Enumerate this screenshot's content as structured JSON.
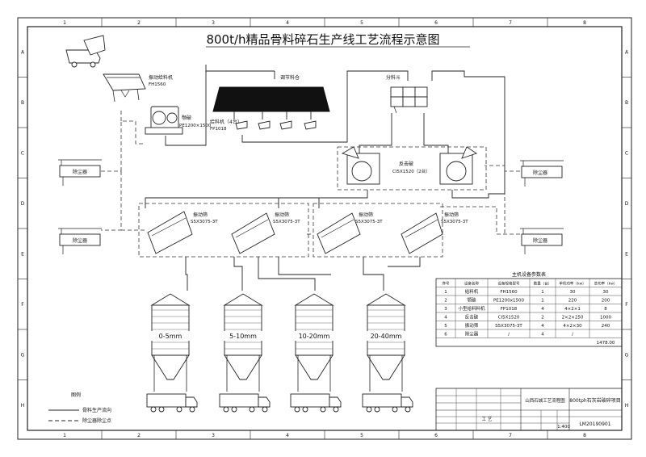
{
  "title": "800t/h精品骨料碎石生产线工艺流程示意图",
  "border": {
    "cols": [
      "1",
      "2",
      "3",
      "4",
      "5",
      "6",
      "7",
      "8"
    ],
    "rows": [
      "A",
      "B",
      "C",
      "D",
      "E",
      "F",
      "G",
      "H"
    ]
  },
  "labels": {
    "feeder": "振动给料机",
    "feeder_model": "FH1560",
    "jaw": "颚破",
    "jaw_model": "PE1200×1500",
    "bin": "调节料仓",
    "gfeeder": "给料机（4台）",
    "gfeeder_model": "FP1018",
    "splitter": "分料斗",
    "impact": "反击破",
    "impact_model": "CI5X1520（2台）",
    "screen": "振动筛",
    "screen_model": "S5X3075-3T",
    "dust": "除尘器"
  },
  "silos": [
    "0-5mm",
    "5-10mm",
    "10-20mm",
    "20-40mm"
  ],
  "legend": {
    "title": "图例",
    "flow": "骨料生产流向",
    "dust": "除尘器除尘点"
  },
  "table": {
    "title": "主机设备参数表",
    "headers": [
      "序号",
      "设备名称",
      "设备规格型号",
      "数量（台）",
      "单机功率（kw）",
      "总功率（kw）"
    ],
    "rows": [
      [
        "1",
        "给料机",
        "FH1560",
        "1",
        "30",
        "30"
      ],
      [
        "2",
        "颚破",
        "PE1200x1500",
        "1",
        "220",
        "200"
      ],
      [
        "3",
        "小型给料料机",
        "FP1018",
        "4",
        "4×2×1",
        "8"
      ],
      [
        "4",
        "反击破",
        "CI5X1520",
        "2",
        "2×2×250",
        "1000"
      ],
      [
        "5",
        "振动筛",
        "S5X3075-3T",
        "4",
        "4×2×30",
        "240"
      ],
      [
        "6",
        "除尘器",
        "/",
        "4",
        "/",
        ""
      ]
    ],
    "total": "1478.00"
  },
  "titleblock": {
    "company": "山西石城工艺流程图",
    "project": "800tph石灰岩破碎项目",
    "drawing_no": "LM20190901",
    "scale": "1:400",
    "work": "工 艺"
  }
}
